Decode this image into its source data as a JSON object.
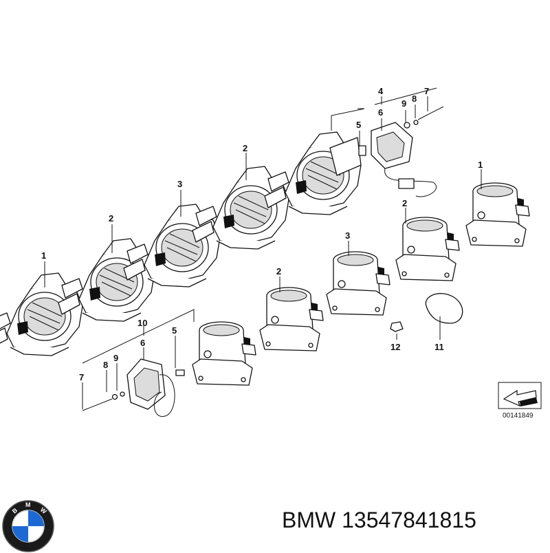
{
  "diagram": {
    "callouts": {
      "c1_left": "1",
      "c2_left": "2",
      "c3_left": "3",
      "c2_mid": "2",
      "c4": "4",
      "c6_top": "6",
      "c5_top": "5",
      "c9_top": "9",
      "c8_top": "8",
      "c7_top": "7",
      "c1_right": "1",
      "c2_right_top": "2",
      "c3_right": "3",
      "c2_right_low": "2",
      "c10": "10",
      "c6_low": "6",
      "c5_low": "5",
      "c7_low": "7",
      "c8_low": "8",
      "c9_low": "9",
      "c12": "12",
      "c11": "11"
    },
    "reference_number": "00141849"
  },
  "footer": {
    "brand": "BMW",
    "part_number": "13547841815",
    "logo_letters": "BMW"
  },
  "colors": {
    "line": "#111111",
    "background": "#ffffff",
    "logo_blue": "#1c69d4",
    "logo_ring": "#1a1a1a"
  }
}
